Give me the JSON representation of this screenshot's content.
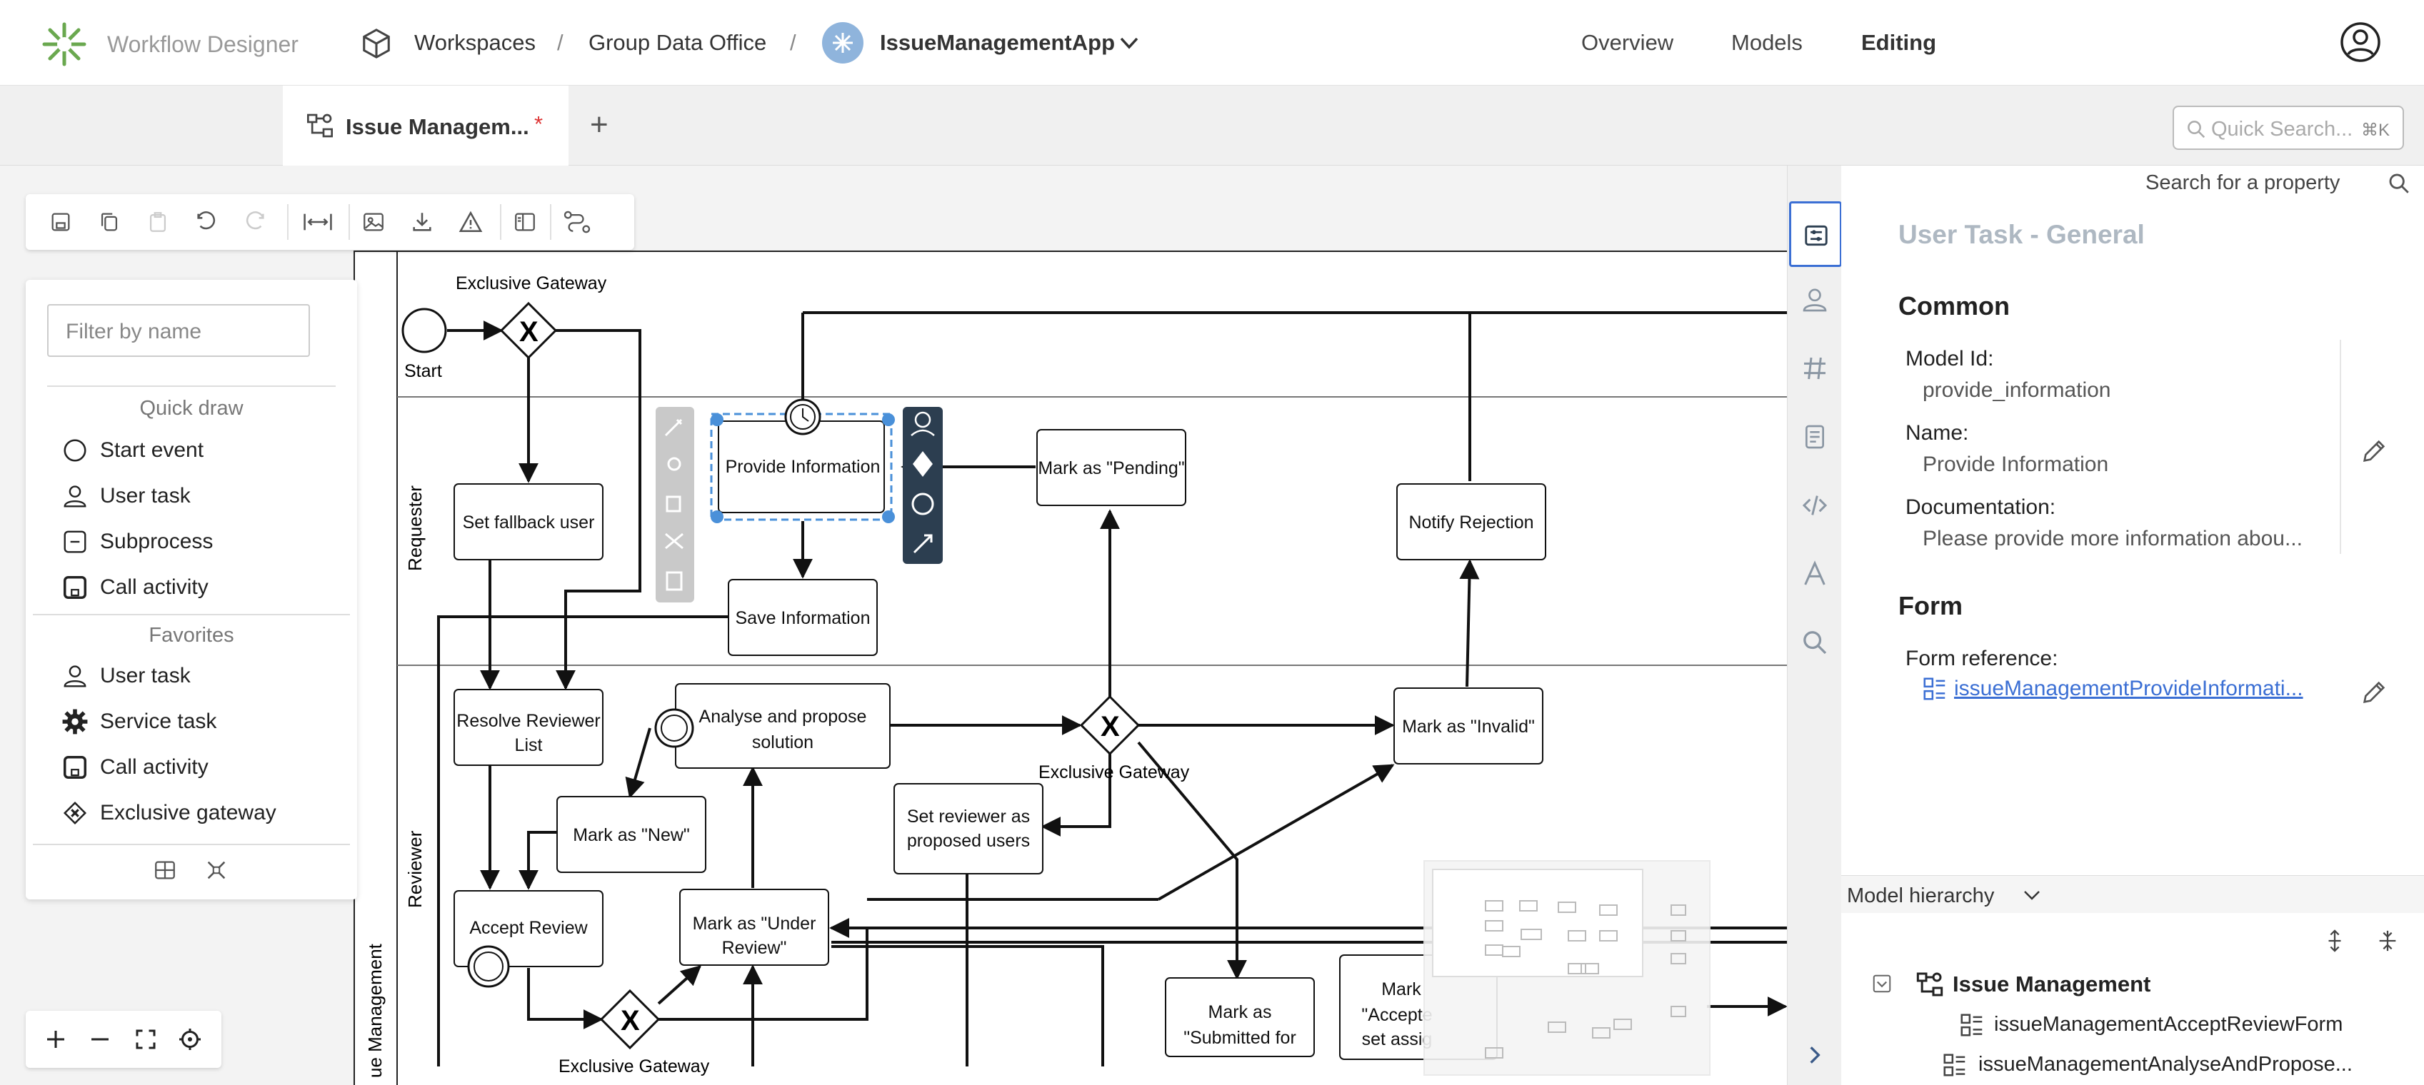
{
  "app": {
    "title": "Workflow Designer"
  },
  "breadcrumb": {
    "workspaces": "Workspaces",
    "separator": "/",
    "group": "Group Data Office",
    "app": "IssueManagementApp"
  },
  "nav": {
    "overview": "Overview",
    "models": "Models",
    "editing": "Editing"
  },
  "tabs": {
    "active": "Issue Managem...",
    "modified_marker": "*",
    "add": "+"
  },
  "search": {
    "placeholder": "Quick Search...",
    "shortcut": "⌘K"
  },
  "palette": {
    "filter_placeholder": "Filter by name",
    "quick_draw_heading": "Quick draw",
    "quick_draw": [
      "Start event",
      "User task",
      "Subprocess",
      "Call activity"
    ],
    "favorites_heading": "Favorites",
    "favorites": [
      "User task",
      "Service task",
      "Call activity",
      "Exclusive gateway"
    ]
  },
  "diagram": {
    "pool": "ue Management",
    "lanes": [
      "Requester",
      "Reviewer"
    ],
    "start": "Start",
    "gateways": [
      "Exclusive Gateway",
      "Exclusive Gateway",
      "Exclusive Gateway"
    ],
    "tasks": {
      "provide_information": "Provide Information",
      "set_fallback_user": "Set fallback user",
      "mark_pending": "Mark as \"Pending\"",
      "notify_rejection": "Notify Rejection",
      "save_information": "Save Information",
      "resolve_reviewer_1": "Resolve Reviewer",
      "resolve_reviewer_2": "List",
      "analyse_1": "Analyse and propose",
      "analyse_2": "solution",
      "mark_invalid": "Mark as \"Invalid\"",
      "mark_new": "Mark as \"New\"",
      "set_reviewer_1": "Set reviewer as",
      "set_reviewer_2": "proposed users",
      "accept_review": "Accept Review",
      "under_review_1": "Mark as \"Under",
      "under_review_2": "Review\"",
      "submitted_1": "Mark as",
      "submitted_2": "\"Submitted for",
      "accepted_1": "Mark",
      "accepted_2": "\"Accepte",
      "accepted_3": "set assig"
    }
  },
  "properties": {
    "search_placeholder": "Search for a property",
    "title": "User Task - General",
    "common_heading": "Common",
    "model_id_label": "Model Id:",
    "model_id": "provide_information",
    "name_label": "Name:",
    "name": "Provide Information",
    "documentation_label": "Documentation:",
    "documentation": "Please provide more information abou...",
    "form_heading": "Form",
    "form_reference_label": "Form reference:",
    "form_reference": "issueManagementProvideInformati..."
  },
  "hierarchy": {
    "heading": "Model hierarchy",
    "root": "Issue Management",
    "children": [
      "issueManagementAcceptReviewForm",
      "issueManagementAnalyseAndPropose..."
    ]
  },
  "colors": {
    "accent": "#4a90d9",
    "dark_bar": "#2c3e50",
    "brand_green": "#6aa84f",
    "link": "#3b6fd4"
  }
}
